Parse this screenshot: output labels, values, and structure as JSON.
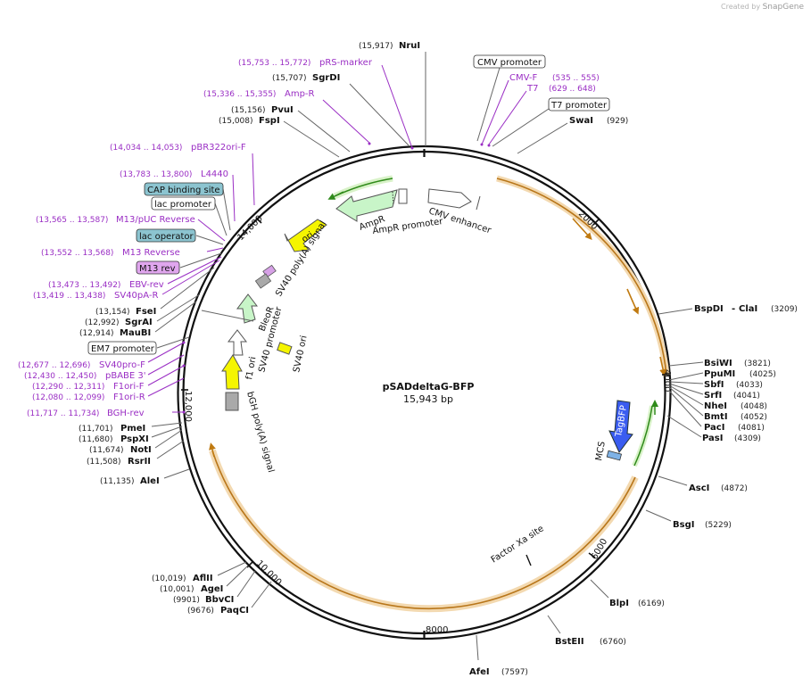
{
  "brand": {
    "prefix": "Created by",
    "name": "SnapGene"
  },
  "plasmid": {
    "name": "pSADdeltaG-BFP",
    "size_label": "15,943 bp"
  },
  "ticks": [
    "2000",
    "4000",
    "6000",
    "8000",
    "10,000",
    "12,000",
    "14,000"
  ],
  "enzymes": [
    {
      "name": "NruI",
      "pos": "(15,917)"
    },
    {
      "name": "SgrDI",
      "pos": "(15,707)"
    },
    {
      "name": "PvuI",
      "pos": "(15,156)"
    },
    {
      "name": "FspI",
      "pos": "(15,008)"
    },
    {
      "name": "SwaI",
      "pos": "(929)"
    },
    {
      "name": "BspDI",
      "pos": "(3209)"
    },
    {
      "name": "ClaI",
      "pos": ""
    },
    {
      "name": "BsiWI",
      "pos": "(3821)"
    },
    {
      "name": "PpuMI",
      "pos": "(4025)"
    },
    {
      "name": "SbfI",
      "pos": "(4033)"
    },
    {
      "name": "SrfI",
      "pos": "(4041)"
    },
    {
      "name": "NheI",
      "pos": "(4048)"
    },
    {
      "name": "BmtI",
      "pos": "(4052)"
    },
    {
      "name": "PacI",
      "pos": "(4081)"
    },
    {
      "name": "PasI",
      "pos": "(4309)"
    },
    {
      "name": "AscI",
      "pos": "(4872)"
    },
    {
      "name": "BsgI",
      "pos": "(5229)"
    },
    {
      "name": "BlpI",
      "pos": "(6169)"
    },
    {
      "name": "BstEII",
      "pos": "(6760)"
    },
    {
      "name": "AfeI",
      "pos": "(7597)"
    },
    {
      "name": "FseI",
      "pos": "(13,154)"
    },
    {
      "name": "SgrAI",
      "pos": "(12,992)"
    },
    {
      "name": "MauBI",
      "pos": "(12,914)"
    },
    {
      "name": "PmeI",
      "pos": "(11,701)"
    },
    {
      "name": "PspXI",
      "pos": "(11,680)"
    },
    {
      "name": "NotI",
      "pos": "(11,674)"
    },
    {
      "name": "RsrII",
      "pos": "(11,508)"
    },
    {
      "name": "AleI",
      "pos": "(11,135)"
    },
    {
      "name": "AflII",
      "pos": "(10,019)"
    },
    {
      "name": "AgeI",
      "pos": "(10,001)"
    },
    {
      "name": "BbvCI",
      "pos": "(9901)"
    },
    {
      "name": "PaqCI",
      "pos": "(9676)"
    }
  ],
  "primers": [
    {
      "name": "pRS-marker",
      "range": "(15,753 .. 15,772)"
    },
    {
      "name": "Amp-R",
      "range": "(15,336 .. 15,355)"
    },
    {
      "name": "pBR322ori-F",
      "range": "(14,034 .. 14,053)"
    },
    {
      "name": "L4440",
      "range": "(13,783 .. 13,800)"
    },
    {
      "name": "M13/pUC Reverse",
      "range": "(13,565 .. 13,587)"
    },
    {
      "name": "M13 Reverse",
      "range": "(13,552 .. 13,568)"
    },
    {
      "name": "EBV-rev",
      "range": "(13,473 .. 13,492)"
    },
    {
      "name": "SV40pA-R",
      "range": "(13,419 .. 13,438)"
    },
    {
      "name": "SV40pro-F",
      "range": "(12,677 .. 12,696)"
    },
    {
      "name": "pBABE 3'",
      "range": "(12,430 .. 12,450)"
    },
    {
      "name": "F1ori-F",
      "range": "(12,290 .. 12,311)"
    },
    {
      "name": "F1ori-R",
      "range": "(12,080 .. 12,099)"
    },
    {
      "name": "BGH-rev",
      "range": "(11,717 .. 11,734)"
    },
    {
      "name": "CMV-F",
      "range": "(535 .. 555)"
    },
    {
      "name": "T7",
      "range": "(629 .. 648)"
    }
  ],
  "boxed_labels": [
    {
      "text": "CMV promoter"
    },
    {
      "text": "T7 promoter"
    },
    {
      "text": "CAP binding site"
    },
    {
      "text": "lac promoter"
    },
    {
      "text": "lac operator"
    },
    {
      "text": "M13 rev"
    },
    {
      "text": "EM7 promoter"
    }
  ],
  "features": [
    {
      "text": "CMV enhancer"
    },
    {
      "text": "AmpR"
    },
    {
      "text": "AmpR promoter"
    },
    {
      "text": "ori"
    },
    {
      "text": "SV40 poly(A) signal"
    },
    {
      "text": "BleoR"
    },
    {
      "text": "SV40 promoter"
    },
    {
      "text": "SV40 ori"
    },
    {
      "text": "f1 ori"
    },
    {
      "text": "bGH poly(A) signal"
    },
    {
      "text": "TagBFP"
    },
    {
      "text": "MCS"
    },
    {
      "text": "Factor Xa site"
    }
  ],
  "colors": {
    "backbone": "#111111",
    "primer": "#9a2ec4",
    "orange_feature": "#e8a33c",
    "ampr": "#c8f5c8",
    "ori": "#f5f500",
    "tagbfp": "#3a5cf0",
    "teal_box": "#8cc4d0",
    "m13_box": "#e0a6ee"
  }
}
